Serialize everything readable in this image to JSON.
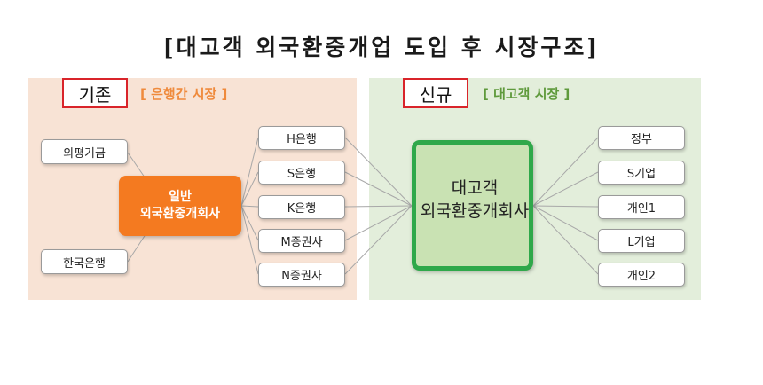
{
  "title": "[대고객 외국환중개업 도입 후 시장구조]",
  "existing": {
    "tag": "기존",
    "subtitle": "[ 은행간 시장 ]",
    "center": {
      "line1": "일반",
      "line2": "외국환중개회사"
    },
    "left_nodes": [
      "외평기금",
      "한국은행"
    ],
    "right_nodes": [
      "H은행",
      "S은행",
      "K은행",
      "M증권사",
      "N증권사"
    ]
  },
  "new": {
    "tag": "신규",
    "subtitle": "[ 대고객 시장 ]",
    "center": {
      "line1": "대고객",
      "line2": "외국환중개회사"
    },
    "right_nodes": [
      "정부",
      "S기업",
      "개인1",
      "L기업",
      "개인2"
    ]
  },
  "colors": {
    "left_panel": "#f8e3d5",
    "right_panel": "#e3eedb",
    "orange_center": "#f47a20",
    "green_center_fill": "#c9e2b3",
    "green_center_border": "#2fa84a",
    "tag_border": "#d9242a"
  }
}
